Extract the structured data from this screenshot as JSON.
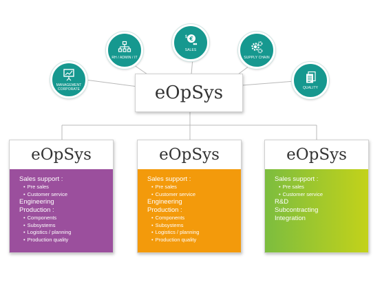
{
  "brand": "eOpSys",
  "colors": {
    "teal": "#16988f",
    "purple": "#9b4f9d",
    "orange": "#f39a0b",
    "green": "#a4c63a"
  },
  "departments": [
    {
      "label1": "MANAGEMENT",
      "label2": "CORPORATE",
      "icon": "presentation-chart-icon"
    },
    {
      "label1": "RH / ADMIN / IT",
      "label2": "",
      "icon": "org-chart-icon"
    },
    {
      "label1": "SALES",
      "label2": "",
      "icon": "currency-icon"
    },
    {
      "label1": "SUPPLY CHAIN",
      "label2": "",
      "icon": "gears-icon"
    },
    {
      "label1": "QUALITY",
      "label2": "",
      "icon": "documents-icon"
    }
  ],
  "cards": [
    {
      "brand": "eOpSys",
      "items": [
        {
          "text": "Sales support :",
          "level": "heading"
        },
        {
          "text": "Pre sales",
          "level": "sub"
        },
        {
          "text": "Customer service",
          "level": "sub"
        },
        {
          "text": "Engineering",
          "level": "heading"
        },
        {
          "text": "Production :",
          "level": "heading"
        },
        {
          "text": "Components",
          "level": "sub"
        },
        {
          "text": "Subsystems",
          "level": "sub"
        },
        {
          "text": "Logistics / planning",
          "level": "sub"
        },
        {
          "text": "Production quality",
          "level": "sub"
        }
      ]
    },
    {
      "brand": "eOpSys",
      "items": [
        {
          "text": "Sales support :",
          "level": "heading"
        },
        {
          "text": "Pre sales",
          "level": "sub"
        },
        {
          "text": "Customer service",
          "level": "sub"
        },
        {
          "text": "Engineering",
          "level": "heading"
        },
        {
          "text": "Production :",
          "level": "heading"
        },
        {
          "text": "Components",
          "level": "sub"
        },
        {
          "text": "Subsystems",
          "level": "sub"
        },
        {
          "text": "Logistics / planning",
          "level": "sub"
        },
        {
          "text": "Production quality",
          "level": "sub"
        }
      ]
    },
    {
      "brand": "eOpSys",
      "items": [
        {
          "text": "Sales support :",
          "level": "heading"
        },
        {
          "text": "Pre sales",
          "level": "sub"
        },
        {
          "text": "Customer service",
          "level": "sub"
        },
        {
          "text": "R&D",
          "level": "heading"
        },
        {
          "text": "Subcontracting",
          "level": "heading"
        },
        {
          "text": "Integration",
          "level": "heading"
        }
      ]
    }
  ]
}
